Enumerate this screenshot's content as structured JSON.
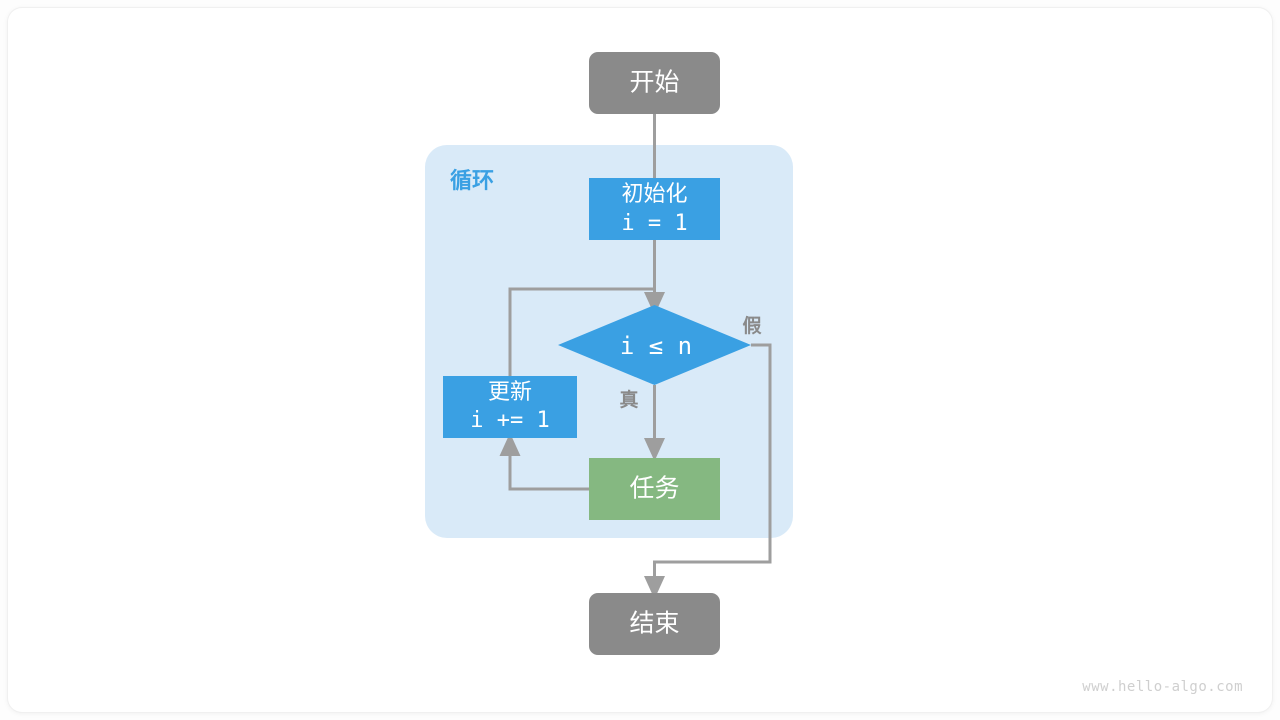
{
  "diagram": {
    "title": "",
    "watermark": "www.hello-algo.com",
    "colors": {
      "start_end_fill": "#8a8a8a",
      "process_fill": "#3aa0e3",
      "decision_fill": "#3aa0e3",
      "task_fill": "#85b881",
      "group_fill": "#d9eaf8",
      "group_label": "#3aa0e3",
      "edge_stroke": "#9e9e9e",
      "edge_label": "#8a8a8a",
      "canvas": "#ffffff"
    },
    "group": {
      "label": "循环"
    },
    "nodes": [
      {
        "id": "start",
        "shape": "rounded",
        "label": "开始",
        "sublabel": ""
      },
      {
        "id": "init",
        "shape": "rect",
        "label": "初始化",
        "sublabel": "i = 1"
      },
      {
        "id": "cond",
        "shape": "diamond",
        "label": "i ≤ n",
        "sublabel": ""
      },
      {
        "id": "update",
        "shape": "rect",
        "label": "更新",
        "sublabel": "i += 1"
      },
      {
        "id": "task",
        "shape": "rect",
        "label": "任务",
        "sublabel": ""
      },
      {
        "id": "end",
        "shape": "rounded",
        "label": "结束",
        "sublabel": ""
      }
    ],
    "edges": [
      {
        "from": "start",
        "to": "init",
        "label": ""
      },
      {
        "from": "init",
        "to": "cond",
        "label": ""
      },
      {
        "from": "cond",
        "to": "task",
        "label": "真"
      },
      {
        "from": "cond",
        "to": "end",
        "label": "假"
      },
      {
        "from": "task",
        "to": "update",
        "label": ""
      },
      {
        "from": "update",
        "to": "cond",
        "label": ""
      }
    ]
  }
}
